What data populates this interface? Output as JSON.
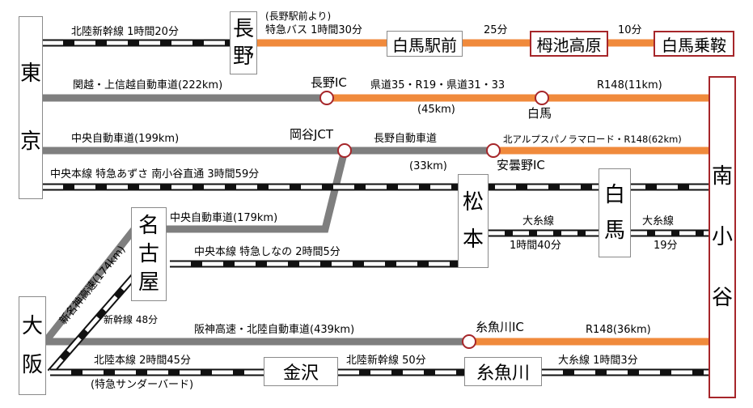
{
  "nodes": {
    "tokyo": "東京",
    "osaka": "大阪",
    "nagoya": "名古屋",
    "nagano": "長野",
    "matsumoto": "松本",
    "hakuba": "白馬",
    "minamiotari": "南小谷",
    "hakuba_ekimae": "白馬駅前",
    "tsugaike": "栂池高原",
    "hakuba_norikura": "白馬乗鞍",
    "kanazawa": "金沢",
    "itoigawa": "糸魚川"
  },
  "labels": {
    "hokuriku_shinkansen_tokyo": "北陸新幹線 1時間20分",
    "from_nagano_station": "(長野駅前より)",
    "express_bus": "特急バス 1時間30分",
    "bus_25": "25分",
    "bus_10": "10分",
    "kanetsu": "関越・上信越自動車道(222km)",
    "nagano_ic": "長野IC",
    "pref_roads": "県道35・R19・県道31・33",
    "r148_11": "R148(11km)",
    "km45": "(45km)",
    "hakuba_town": "白馬",
    "chuo_199": "中央自動車道(199km)",
    "okaya_jct": "岡谷JCT",
    "nagano_expressway": "長野自動車道",
    "alps_road": "北アルプスパノラマロード・R148(62km)",
    "km33": "(33km)",
    "azumino_ic": "安曇野IC",
    "chuo_line_azusa": "中央本線 特急あずさ 南小谷直通 3時間59分",
    "chuo_179": "中央自動車道(179km)",
    "oito_1": "大糸線",
    "oito_1_time": "1時間40分",
    "oito_2": "大糸線",
    "oito_2_time": "19分",
    "chuo_line_shinano": "中央本線 特急しなの 2時間5分",
    "shinmeishin": "新名神高速(174km)",
    "shinkansen_48": "新幹線 48分",
    "hanshin_hokuriku": "阪神高速・北陸自動車道(439km)",
    "itoigawa_ic": "糸魚川IC",
    "r148_36": "R148(36km)",
    "hokuriku_line": "北陸本線 2時間45分",
    "thunderbird": "(特急サンダーバード)",
    "hokuriku_shinkansen_50": "北陸新幹線 50分",
    "oito_itoigawa": "大糸線 1時間3分"
  },
  "colors": {
    "road": "#7f7f7f",
    "local_road": "#f08a3c",
    "rail_dark": "#111111",
    "station_border": "#a6262a",
    "node_border": "#8a8a8a"
  }
}
